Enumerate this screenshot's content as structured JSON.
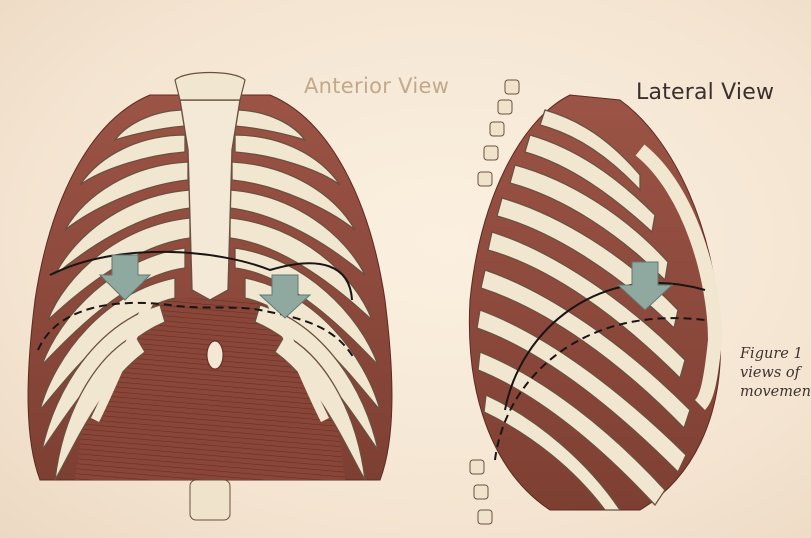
{
  "labels": {
    "anterior": "Anterior View",
    "lateral": "Lateral View"
  },
  "caption": {
    "line1": "Figure 1",
    "line2": "views of",
    "line3": "movemen"
  },
  "colors": {
    "background": "#f6e9d8",
    "bone": "#f1e6cf",
    "muscle": "#8e4a3d",
    "arrow": "#8fa8a0",
    "outline": "#1a1414"
  },
  "icons": [
    "down-arrow-icon"
  ]
}
